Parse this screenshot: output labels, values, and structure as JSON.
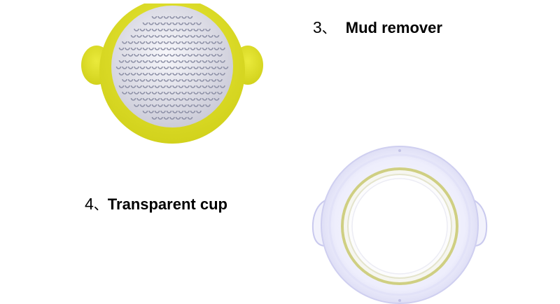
{
  "items": [
    {
      "number": "3",
      "separator": "、",
      "label": "Mud remover",
      "icon": "mud-remover-grater"
    },
    {
      "number": "4",
      "separator": "、",
      "label": "Transparent cup",
      "icon": "transparent-cup"
    }
  ],
  "colors": {
    "background": "#ffffff",
    "remover_rim": "#dede2a",
    "remover_plate": "#e6e6ee",
    "cup_tint": "#dcdcf6",
    "cup_ring": "#cfcf82"
  }
}
